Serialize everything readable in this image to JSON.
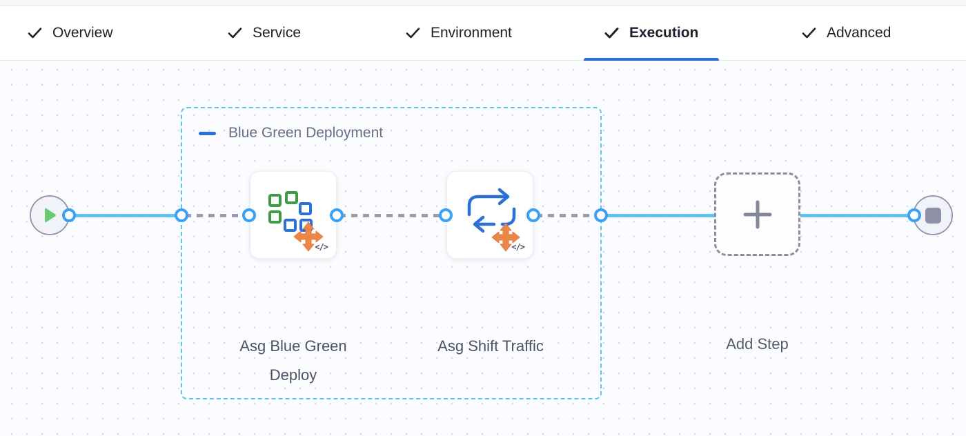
{
  "tabs": {
    "items": [
      {
        "label": "Overview",
        "checked": true,
        "active": false
      },
      {
        "label": "Service",
        "checked": true,
        "active": false
      },
      {
        "label": "Environment",
        "checked": true,
        "active": false
      },
      {
        "label": "Execution",
        "checked": true,
        "active": true
      },
      {
        "label": "Advanced",
        "checked": true,
        "active": false
      }
    ],
    "active_underline_color": "#2b6fd4",
    "check_color": "#1d1e2b"
  },
  "canvas": {
    "group": {
      "label": "Blue Green Deployment",
      "border_color": "#5cc4ea",
      "collapse_icon": "minus-icon"
    },
    "start_node": {
      "icon": "play-icon",
      "play_color": "#6bca70"
    },
    "end_node": {
      "icon": "stop-icon",
      "stop_color": "#8e90a6"
    },
    "steps": [
      {
        "label": "Asg Blue Green Deploy",
        "icon": "asg-blue-green-deploy-icon",
        "code_badge": "</>"
      },
      {
        "label": "Asg Shift Traffic",
        "icon": "asg-shift-traffic-icon",
        "code_badge": "</>"
      }
    ],
    "add_step": {
      "label": "Add Step",
      "icon": "plus-icon"
    },
    "code_glyph": "</>",
    "edge_colors": {
      "solid": "#5fc0f1",
      "dashed": "#9a9cad",
      "port_border": "#3aa0f3"
    },
    "icon_colors": {
      "green_square": "#3f9a47",
      "blue_square": "#2c6fd6",
      "swap_arrow": "#2c6fd6",
      "scale_arrow": "#ea8748"
    }
  }
}
